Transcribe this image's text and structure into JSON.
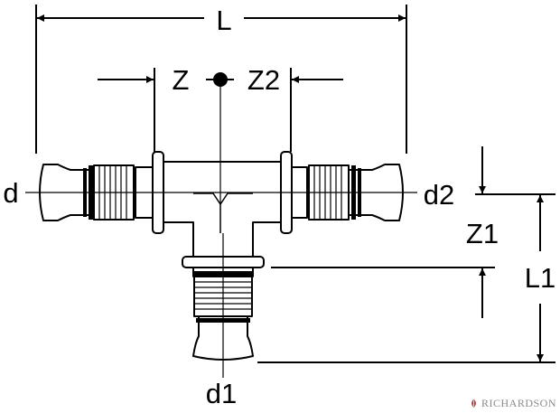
{
  "diagram": {
    "labels": {
      "L": "L",
      "Z": "Z",
      "Z2": "Z2",
      "d": "d",
      "d2": "d2",
      "Z1": "Z1",
      "L1": "L1",
      "d1": "d1"
    }
  },
  "brand": {
    "name": "RICHARDSON",
    "mark_icon": "richardson-leaf-icon",
    "color": "#8a8a8a"
  }
}
